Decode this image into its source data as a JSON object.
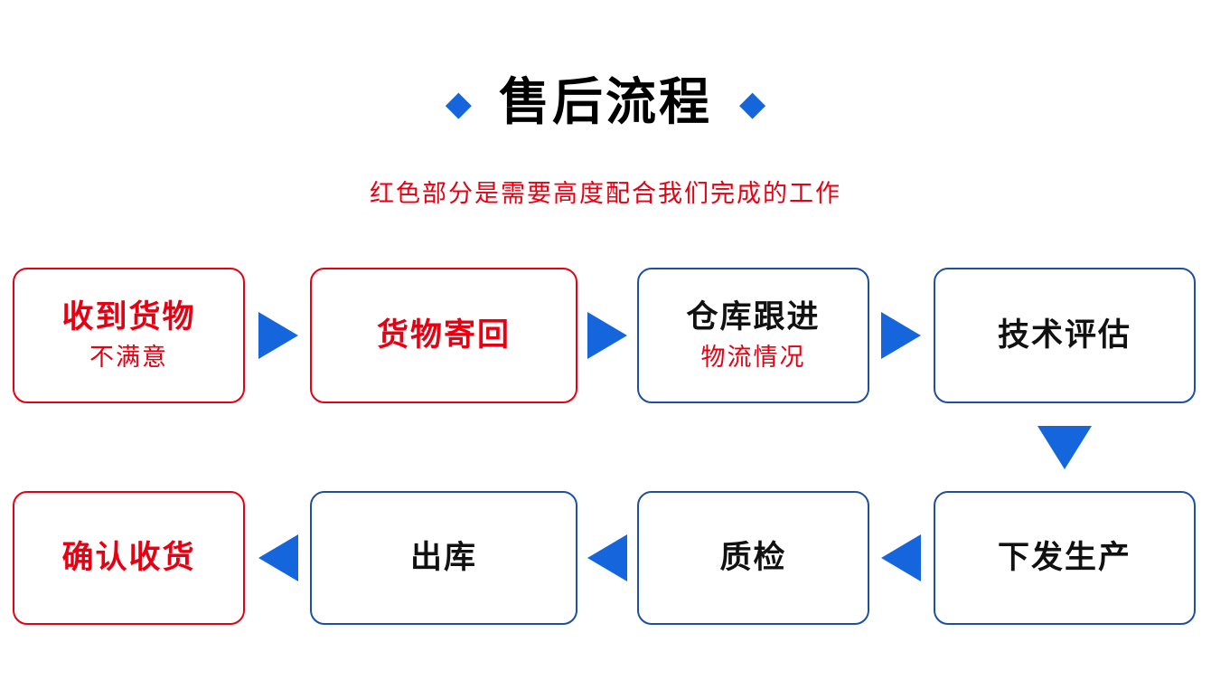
{
  "header": {
    "title": "售后流程",
    "subtitle": "红色部分是需要高度配合我们完成的工作",
    "diamond_icon": "◆"
  },
  "steps": {
    "receive": {
      "title": "收到货物",
      "subtitle": "不满意"
    },
    "send_back": {
      "title": "货物寄回"
    },
    "warehouse": {
      "title": "仓库跟进",
      "subtitle": "物流情况"
    },
    "evaluate": {
      "title": "技术评估"
    },
    "production": {
      "title": "下发生产"
    },
    "quality_check": {
      "title": "质检"
    },
    "outbound": {
      "title": "出库"
    },
    "confirm": {
      "title": "确认收货"
    }
  },
  "colors": {
    "red": "#e60012",
    "arrow_blue": "#1565dd",
    "border_blue": "#1e4fa0"
  }
}
